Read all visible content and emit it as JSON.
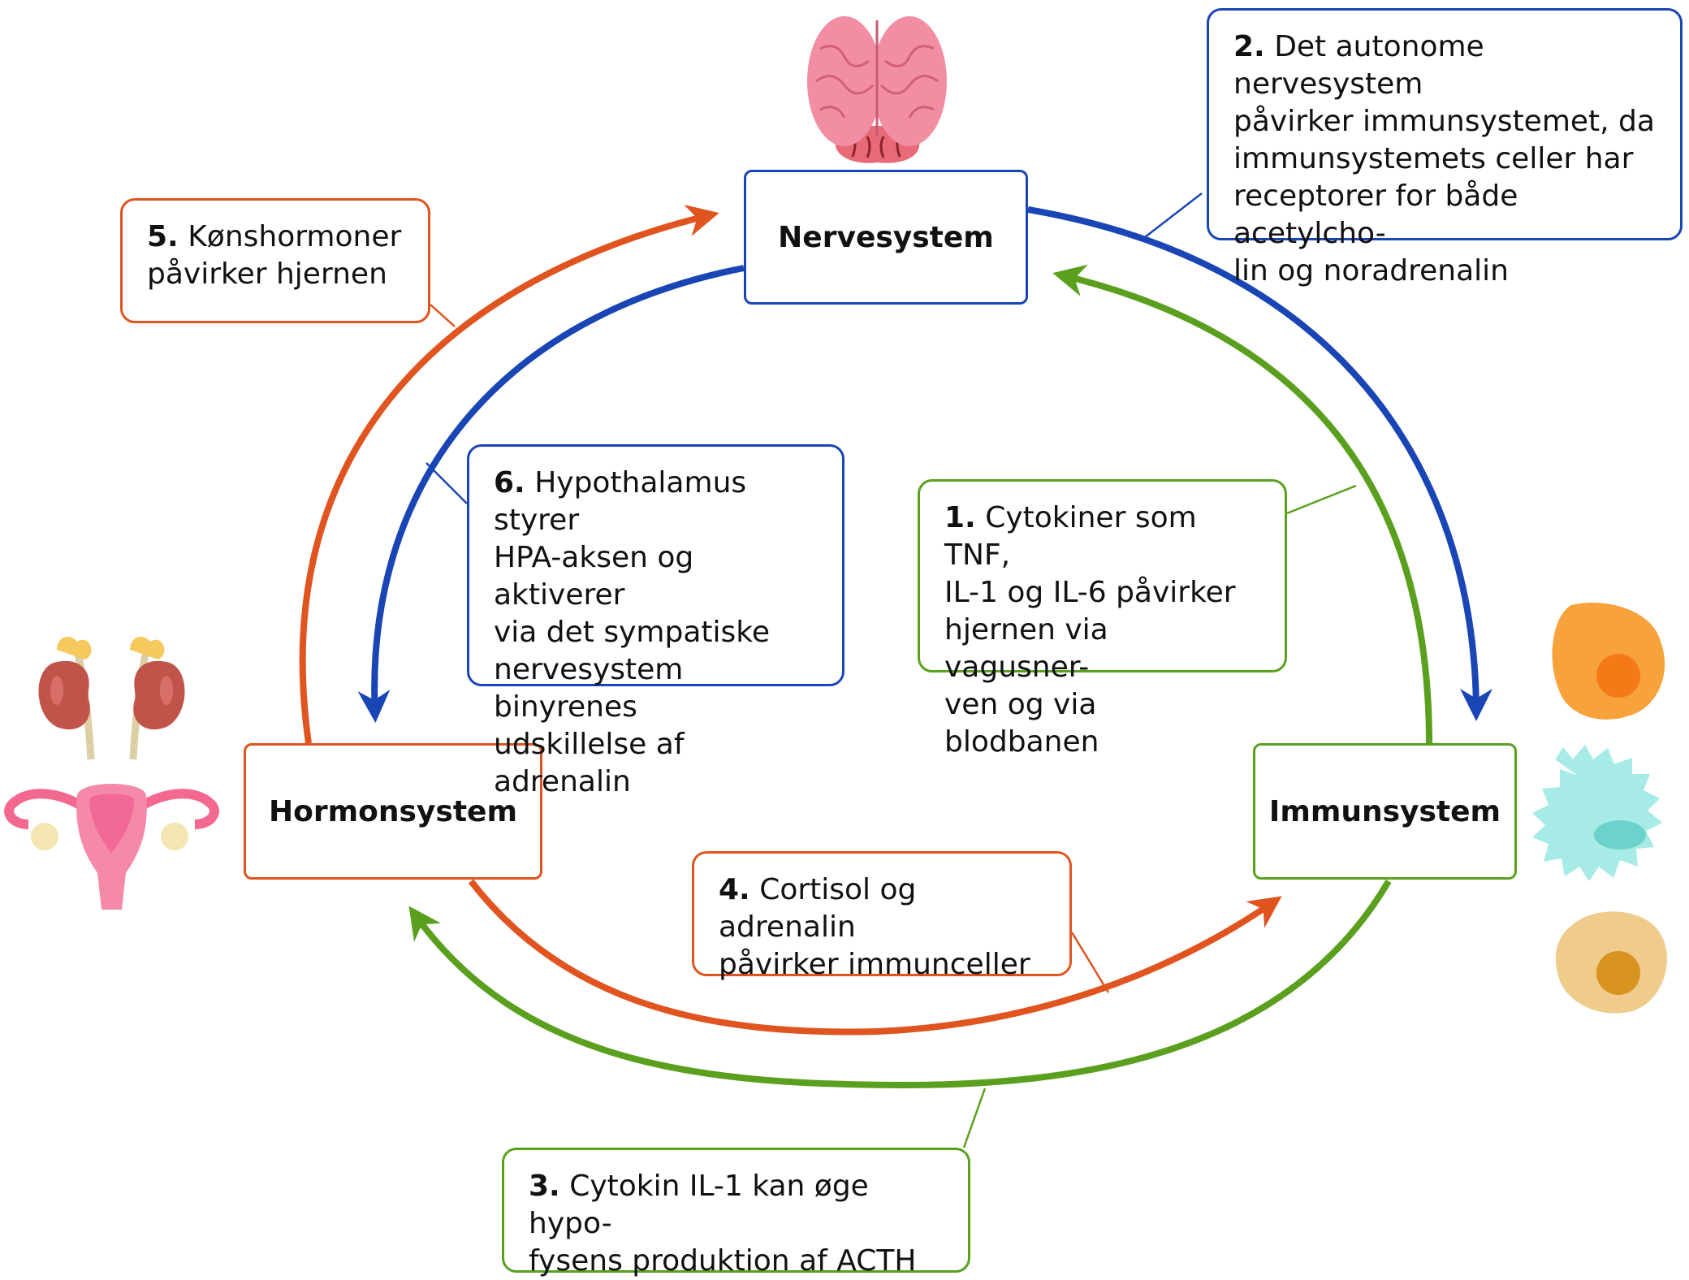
{
  "systems": {
    "nerve": "Nervesystem",
    "hormone": "Hormonsystem",
    "immune": "Immunsystem"
  },
  "notes": [
    {
      "num": "1.",
      "text": "Cytokiner som TNF, IL-1 og IL-6 påvirker hjernen via vagusner-ven og via blodbanen",
      "lines": [
        "Cytokiner som TNF,",
        "IL-1 og IL-6 påvirker",
        "hjernen via vagusner-",
        "ven og via blodbanen"
      ]
    },
    {
      "num": "2.",
      "lines": [
        "Det autonome nervesystem",
        "påvirker immunsystemet, da",
        "immunsystemets celler har",
        "receptorer for både acetylcho-",
        "lin og noradrenalin"
      ]
    },
    {
      "num": "3.",
      "lines": [
        "Cytokin IL-1 kan øge hypo-",
        "fysens produktion af ACTH"
      ]
    },
    {
      "num": "4.",
      "lines": [
        "Cortisol og adrenalin",
        "påvirker immunceller"
      ]
    },
    {
      "num": "5.",
      "lines": [
        "Kønshormoner",
        "påvirker hjernen"
      ]
    },
    {
      "num": "6.",
      "lines": [
        "Hypothalamus styrer",
        "HPA-aksen og aktiverer",
        "via det sympatiske",
        "nervesystem binyrenes",
        "udskillelse af adrenalin"
      ]
    }
  ],
  "colors": {
    "nerve": "#1a45b5",
    "hormone": "#e0541f",
    "immune": "#5aa01e"
  },
  "illustrations": [
    "brain-icon",
    "kidneys-icon",
    "uterus-icon",
    "orange-cell-icon",
    "cyan-cell-icon",
    "tan-cell-icon"
  ]
}
